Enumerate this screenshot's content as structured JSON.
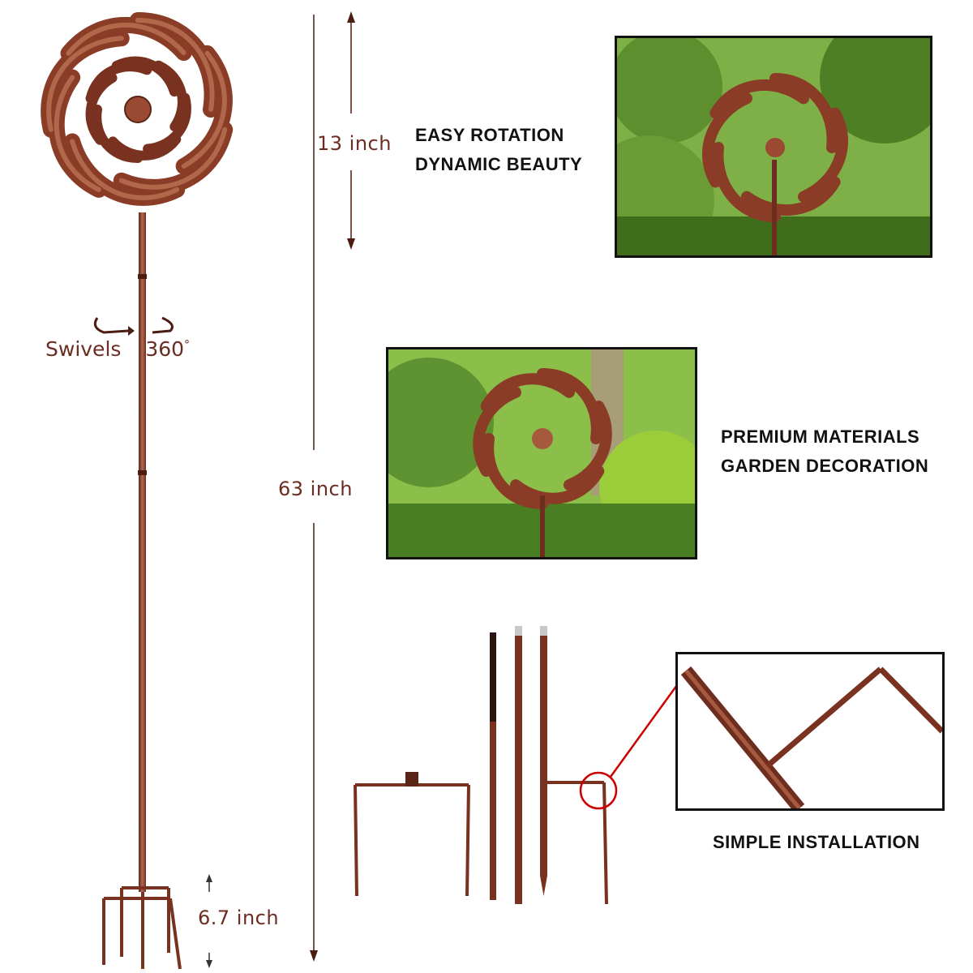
{
  "dimensions": {
    "head_height": "13 inch",
    "total_height": "63 inch",
    "stake_height": "6.7 inch"
  },
  "swivel": {
    "word": "Swivels",
    "value": "360",
    "degree_mark": "°"
  },
  "features": [
    {
      "line1": "EASY ROTATION",
      "line2": "DYNAMIC  BEAUTY"
    },
    {
      "line1": "PREMIUM MATERIALS",
      "line2": "GARDEN DECORATION"
    },
    {
      "line1": "SIMPLE INSTALLATION"
    }
  ],
  "colors": {
    "copper": "#9a4a33",
    "copper_dark": "#5a2418",
    "dimension_text": "#6b2d22",
    "callout_red": "#cc0000",
    "foliage": "#4f8a2a"
  }
}
